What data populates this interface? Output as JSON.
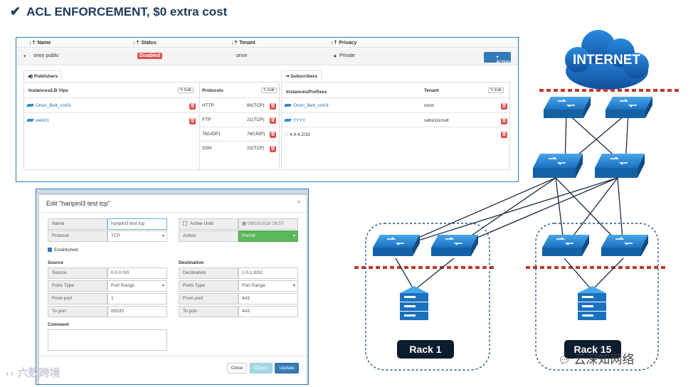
{
  "slide_title": "ACL ENFORCEMENT, $0 extra cost",
  "acl_table": {
    "columns": [
      "Name",
      "Status",
      "Tenant",
      "Privacy"
    ],
    "row": {
      "name": "orion public",
      "status": "Disabled",
      "tenant": "orion",
      "privacy": "Private",
      "action_label": "Action"
    },
    "publishers": {
      "tab_label": "Publishers",
      "instances_header": "Instances/LB Vips",
      "protocols_header": "Protocols",
      "edit_label": "Edit",
      "instances": [
        "Orion_Belt_srv01",
        "web01"
      ],
      "protocols": [
        {
          "name": "HTTP",
          "port": "80(TCP)"
        },
        {
          "name": "FTP",
          "port": "21(TCP)"
        },
        {
          "name": "76(UDP)",
          "port": "76(UDP)"
        },
        {
          "name": "SSH",
          "port": "22(TCP)"
        }
      ]
    },
    "subscribers": {
      "tab_label": "Subscribers",
      "instances_header": "Instances/Prefixes",
      "tenant_header": "Tenant",
      "edit_label": "Edit",
      "rows": [
        {
          "name": "Orion_Belt_srv01",
          "tenant": "orion"
        },
        {
          "name": "YYYY",
          "tenant": "vahe1circuit"
        },
        {
          "name": "4.4.4.2/32",
          "tenant": ""
        }
      ]
    }
  },
  "modal": {
    "title": "Edit \"haripinl3 test tcp\"",
    "close_glyph": "×",
    "name_label": "Name",
    "name_value": "haripinl3 test tcp",
    "active_until_label": "Active Until",
    "active_until_value": "09/10/2018 18:57",
    "protocol_label": "Protocol",
    "protocol_value": "TCP",
    "action_label": "Action",
    "action_value": "Permit",
    "established_label": "Established",
    "source_title": "Source",
    "destination_title": "Destination",
    "source": {
      "source_label": "Source",
      "source_value": "0.0.0.0/0",
      "ports_type_label": "Ports Type",
      "ports_type_value": "Port Range",
      "from_port_label": "From port",
      "from_port_value": "1",
      "to_port_label": "To port",
      "to_port_value": "65535"
    },
    "destination": {
      "destination_label": "Destination",
      "destination_value": "1.0.1.9/32",
      "ports_type_label": "Ports Type",
      "ports_type_value": "Port Range",
      "from_port_label": "From port",
      "from_port_value": "443",
      "to_port_label": "To port",
      "to_port_value": "443"
    },
    "comment_label": "Comment",
    "buttons": {
      "close": "Close",
      "check": "Check",
      "update": "Update"
    }
  },
  "diagram": {
    "internet_label": "INTERNET",
    "rack1_label": "Rack 1",
    "rack15_label": "Rack 15"
  },
  "watermarks": {
    "left": "六数跨境",
    "right": "云深知网络"
  },
  "colors": {
    "title": "#1b3a5c",
    "panel_border": "#2a7fc1",
    "switch_blue": "#1f7fc9",
    "cloud_blue": "#1a6fc2",
    "dash_red": "#c0392b",
    "rack_label_bg": "#0d1b2e",
    "permit_green": "#5cb85c"
  }
}
